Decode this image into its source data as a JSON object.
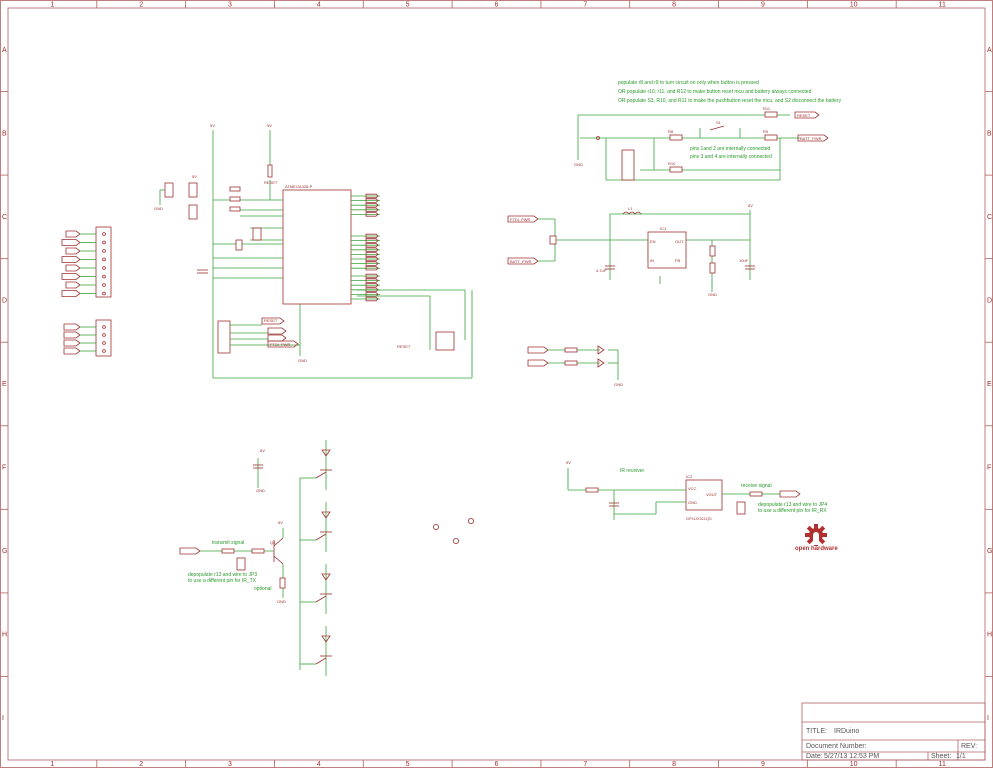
{
  "frame": {
    "columns": [
      "1",
      "2",
      "3",
      "4",
      "5",
      "6",
      "7",
      "8",
      "9",
      "10",
      "11"
    ],
    "rows": [
      "A",
      "B",
      "C",
      "D",
      "E",
      "F",
      "G",
      "H",
      "I"
    ]
  },
  "notes": {
    "populate1": "populate r8 and r9 to turn circuit on only when button is pressed",
    "populate2": "OR populate r10, r11, and R12 to make button reset mcu and battery always connected",
    "populate3": "OR populate S3, R10, and R11 to make the pushbutton reset the mcu, and S2 disconnect the battery",
    "pins12": "pins 1and 2 are internally  connected",
    "pins34": "pins 3 and 4 are internally connected",
    "ir_receiver": "IR receiver",
    "receive_signal": "receive signal",
    "depopulate_rx_1": "depopulate r13 and wire to JP4",
    "depopulate_rx_2": "to use a different pin for IR_RX",
    "transmit_signal": "transmit signal",
    "depopulate_tx_1": "depopulate r13 and wire to JP3",
    "depopulate_tx_2": "to use a different pin for IR_TX",
    "optional": "optional"
  },
  "labels": {
    "mcu": "ATMEGA328-P",
    "reset": "RESET",
    "batt_pwr": "BATT_PWR",
    "ftdi_pwr": "FTDI_PWR",
    "vcc": "5V",
    "gnd": "GND",
    "ic2": "GP1UX311QS",
    "open_hardware": "open hardware"
  },
  "title_block": {
    "title_label": "TITLE:",
    "title_value": "IRDuino",
    "doc_label": "Document Number:",
    "rev_label": "REV:",
    "date_label": "Date:",
    "date_value": "5/27/13 12:53 PM",
    "sheet_label": "Sheet:",
    "sheet_value": "1/1"
  },
  "colors": {
    "wire": "#3aa43a",
    "symbol": "#a03030",
    "frame": "#b06060"
  }
}
